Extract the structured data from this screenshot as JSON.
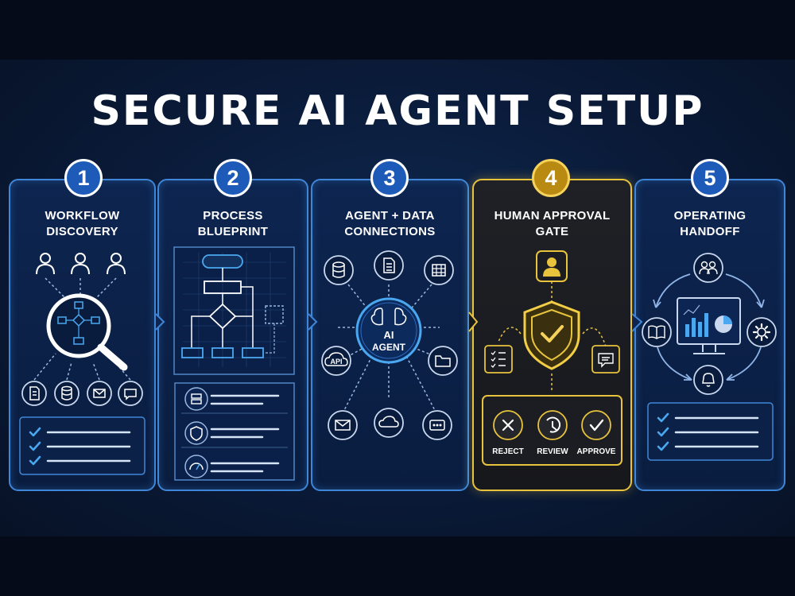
{
  "title": "SECURE AI AGENT SETUP",
  "colors": {
    "accent_blue": "#3f86d8",
    "accent_gold": "#e8c33c",
    "background": "#0a1a38",
    "check": "#4aa8f0"
  },
  "steps": [
    {
      "number": "1",
      "line1": "WORKFLOW",
      "line2": "DISCOVERY",
      "icons": [
        "user-icon",
        "user-icon",
        "user-icon",
        "magnifier-flowchart-icon",
        "document-icon",
        "database-icon",
        "mail-icon",
        "chat-icon",
        "checklist-icon"
      ]
    },
    {
      "number": "2",
      "line1": "PROCESS",
      "line2": "BLUEPRINT",
      "icons": [
        "flowchart-icon",
        "server-icon",
        "shield-icon",
        "gauge-icon"
      ]
    },
    {
      "number": "3",
      "line1": "AGENT + DATA",
      "line2": "CONNECTIONS",
      "icons": [
        "database-icon",
        "document-icon",
        "table-icon",
        "api-cloud-icon",
        "folder-icon",
        "mail-icon",
        "cloud-icon",
        "more-icon",
        "ai-brain-icon"
      ],
      "api_label": "API",
      "hub_line1": "AI",
      "hub_line2": "AGENT"
    },
    {
      "number": "4",
      "line1": "HUMAN APPROVAL",
      "line2": "GATE",
      "icons": [
        "user-icon",
        "shield-check-icon",
        "checklist-icon",
        "chat-icon",
        "x-icon",
        "clock-icon",
        "check-icon"
      ],
      "actions": [
        "REJECT",
        "REVIEW",
        "APPROVE"
      ]
    },
    {
      "number": "5",
      "line1": "OPERATING",
      "line2": "HANDOFF",
      "icons": [
        "team-icon",
        "book-icon",
        "monitor-chart-icon",
        "gear-icon",
        "bell-icon",
        "checklist-icon"
      ]
    }
  ]
}
